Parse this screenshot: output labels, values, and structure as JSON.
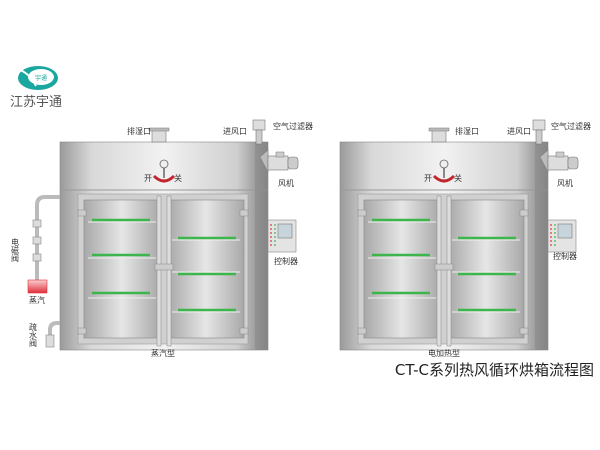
{
  "brand": {
    "name": "江苏宇通",
    "logo_text": "宇通"
  },
  "title": "CT-C系列热风循环烘箱流程图",
  "labels": {
    "exhaust": "排湿口",
    "air_inlet": "进风口",
    "air_filter": "空气过滤器",
    "fan": "风机",
    "switch_on": "开",
    "switch_off": "关",
    "controller": "控制器",
    "solenoid_valve": "电磁阀",
    "steam": "蒸汽",
    "steam_trap": "疏水阀"
  },
  "ovens": [
    {
      "type": "蒸汽型"
    },
    {
      "type": "电加热型"
    }
  ],
  "colors": {
    "tray": "#3cb64a",
    "steam_box": "#e0303a",
    "logo": "#1aa7a0"
  }
}
